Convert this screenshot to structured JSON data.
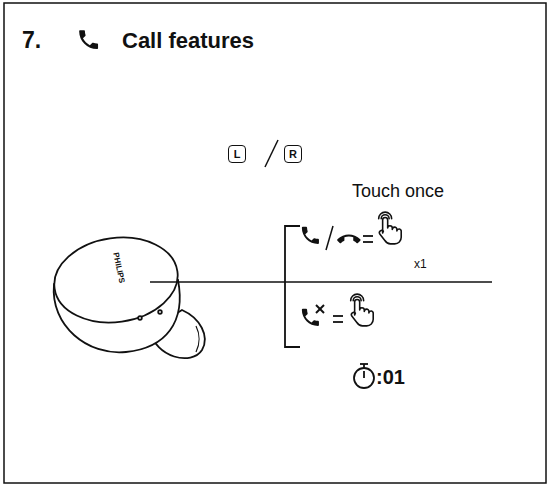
{
  "diagram": {
    "title": "Call features",
    "nodes": [
      {
        "text": [
          "L"
        ]
      },
      {
        "text": [
          "R"
        ]
      }
    ],
    "labels": [
      "7.",
      "Touch once",
      "x1",
      ":01",
      "PHILIPS"
    ]
  }
}
